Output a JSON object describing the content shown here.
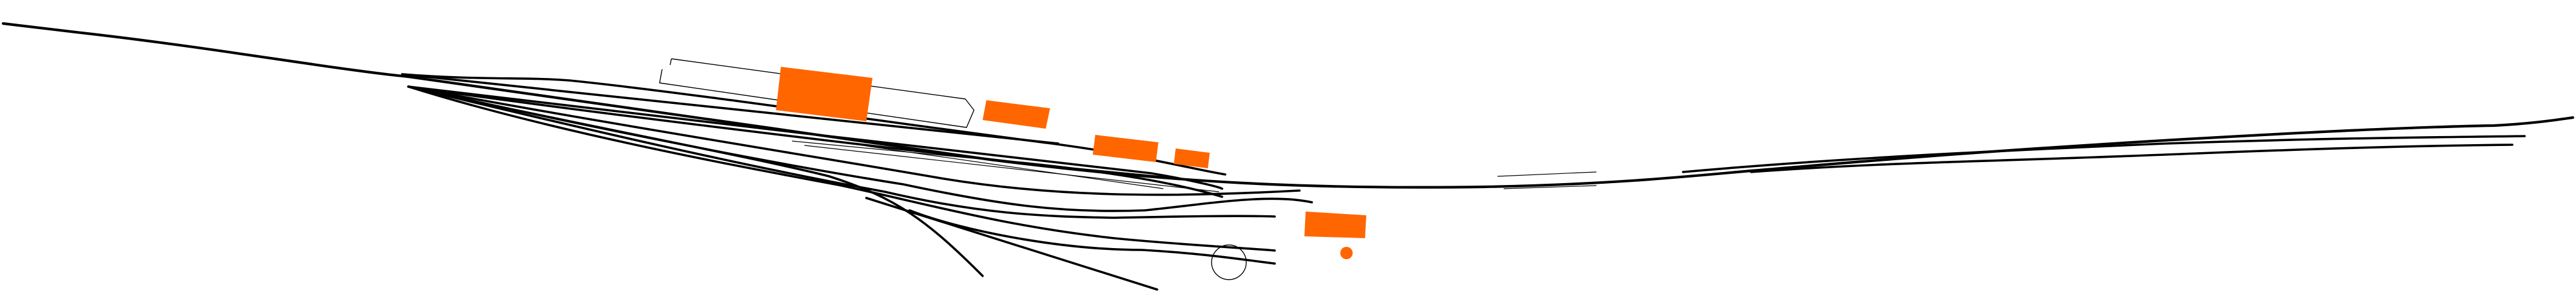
{
  "diagram": {
    "type": "railway-track-layout",
    "colors": {
      "background": "#ffffff",
      "track": "#000000",
      "building": "#ff6600",
      "platform_outline": "#000000"
    },
    "elements": {
      "main_tracks": 1,
      "siding_tracks": 9,
      "spurs": 2,
      "platform_outlines": 1,
      "orange_buildings": 6,
      "orange_markers": 1,
      "turntable_circles": 1,
      "thin_lines": 5
    }
  }
}
